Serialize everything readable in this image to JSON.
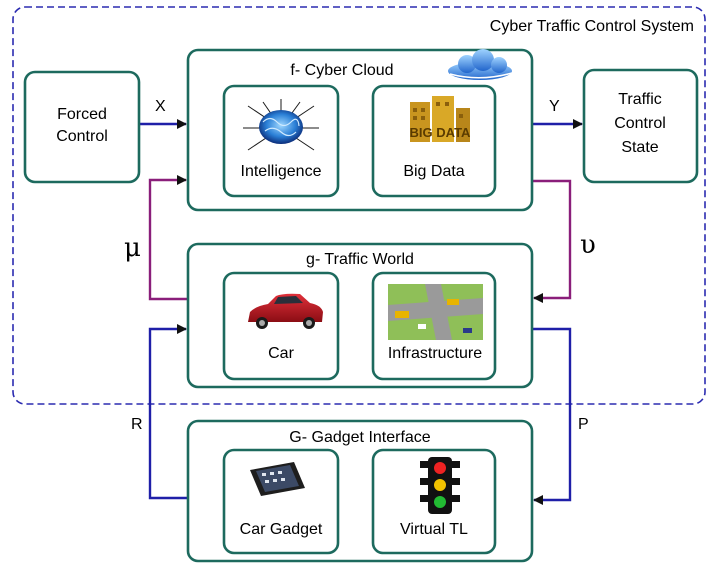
{
  "system": {
    "title": "Cyber Traffic Control System"
  },
  "blocks": {
    "forced_control": {
      "lines": [
        "Forced",
        "Control"
      ]
    },
    "traffic_state": {
      "lines": [
        "Traffic",
        "Control",
        "State"
      ]
    },
    "cyber_cloud": {
      "title": "f- Cyber Cloud",
      "intelligence": "Intelligence",
      "big_data": "Big Data",
      "big_data_logo": "BIG DATA"
    },
    "traffic_world": {
      "title": "g- Traffic World",
      "car": "Car",
      "infrastructure": "Infrastructure"
    },
    "gadget_interface": {
      "title": "G- Gadget Interface",
      "car_gadget": "Car Gadget",
      "virtual_tl": "Virtual TL"
    }
  },
  "signals": {
    "x": "X",
    "y": "Y",
    "mu": "μ",
    "upsilon": "υ",
    "r": "R",
    "p": "P"
  },
  "colors": {
    "box_border": "#1d6a5e",
    "dashed_border": "#2b2bb0",
    "blue_line": "#1f1fa8",
    "purple_line": "#8a1e7a"
  },
  "icons": [
    "cloud-icon",
    "brain-icon",
    "big-data-icon",
    "car-icon",
    "road-map-icon",
    "smartphone-icon",
    "traffic-light-icon"
  ]
}
